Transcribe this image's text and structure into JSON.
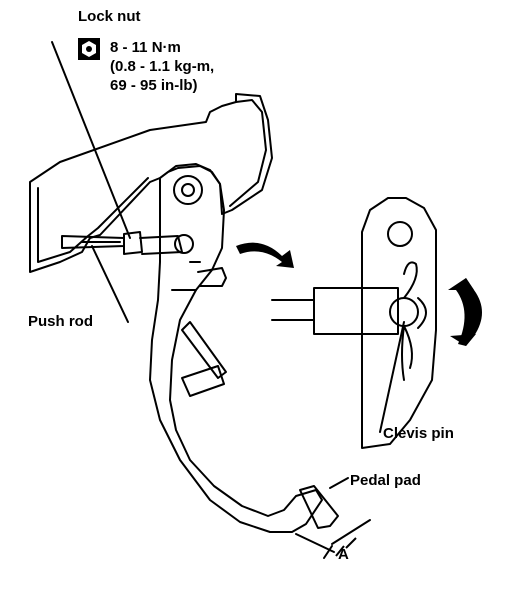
{
  "labels": {
    "lock_nut": "Lock nut",
    "torque_nm": "8 - 11 N·m",
    "torque_kgm": "(0.8 - 1.1 kg-m,",
    "torque_inlb": "69 - 95 in-lb)",
    "push_rod": "Push rod",
    "clevis_pin": "Clevis pin",
    "pedal_pad": "Pedal pad",
    "dimension_a": "A"
  },
  "icons": {
    "torque": "nut-torque-icon",
    "rotate_arrow": "curved-arrow-icon",
    "swing_arrow": "double-curved-arrow-icon"
  },
  "colors": {
    "ink": "#000000",
    "paper": "#ffffff"
  }
}
